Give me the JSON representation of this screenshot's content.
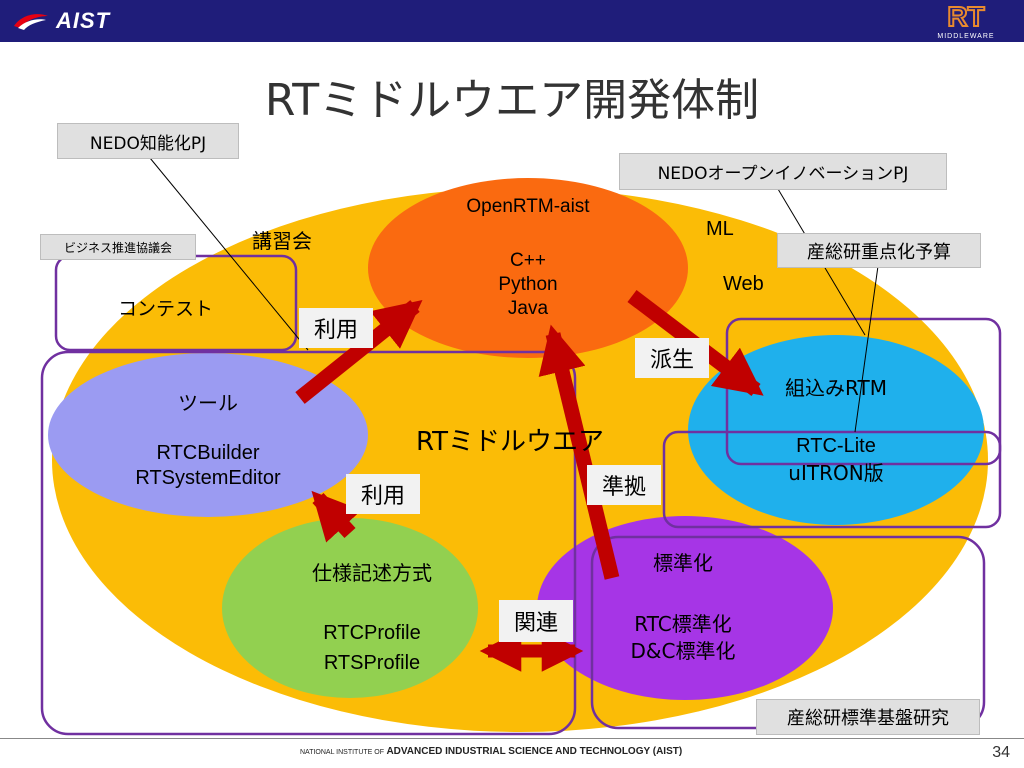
{
  "header": {
    "aist_logo": "AIST",
    "rt_logo": "RT",
    "rt_logo_sub": "MIDDLEWARE"
  },
  "title": "RTミドルウエア開発体制",
  "center_label": "RTミドルウエア",
  "nodes": {
    "openrtm": {
      "name": "OpenRTM-aist",
      "langs": [
        "C++",
        "Python",
        "Java"
      ]
    },
    "tools": {
      "name": "ツール",
      "items": [
        "RTCBuilder",
        "RTSystemEditor"
      ]
    },
    "spec": {
      "name": "仕様記述方式",
      "items": [
        "RTCProfile",
        "RTSProfile"
      ]
    },
    "standard": {
      "name": "標準化",
      "items": [
        "RTC標準化",
        "D&C標準化"
      ]
    },
    "embedded": {
      "name": "組込みRTM",
      "items": [
        "RTC-Lite",
        "uITRON版"
      ]
    }
  },
  "side_labels": {
    "lecture": "講習会",
    "contest": "コンテスト",
    "ml": "ML",
    "web": "Web"
  },
  "boxes": {
    "nedo_intelligent": "NEDO知能化PJ",
    "nedo_open": "NEDOオープンイノベーションPJ",
    "business": "ビジネス推進協議会",
    "aist_priority": "産総研重点化予算",
    "aist_standard": "産総研標準基盤研究"
  },
  "arrow_tags": {
    "use1": "利用",
    "use2": "利用",
    "derive": "派生",
    "comply": "準拠",
    "relate": "関連"
  },
  "footer": {
    "prefix": "NATIONAL INSTITUTE OF",
    "name": "ADVANCED INDUSTRIAL SCIENCE AND TECHNOLOGY (AIST)",
    "page": "34"
  },
  "colors": {
    "header_bg": "#1f1d7a",
    "big_ellipse": "#fbbc06",
    "openrtm": "#fa6a10",
    "tools": "#9b9bf2",
    "spec": "#92d050",
    "standard": "#a635e6",
    "embedded": "#1fb0ec",
    "arrow": "#c00000",
    "frame": "#7030a0"
  }
}
